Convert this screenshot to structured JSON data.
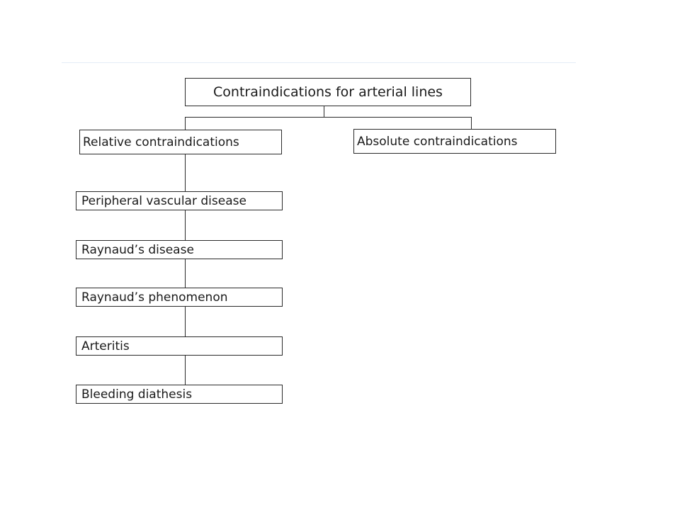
{
  "diagram": {
    "root": {
      "label": "Contraindications for arterial lines"
    },
    "categories": [
      {
        "label": "Relative contraindications",
        "items": [
          {
            "label": "Peripheral vascular disease"
          },
          {
            "label": "Raynaud’s disease"
          },
          {
            "label": "Raynaud’s phenomenon"
          },
          {
            "label": "Arteritis"
          },
          {
            "label": "Bleeding diathesis"
          }
        ]
      },
      {
        "label": "Absolute contraindications",
        "items": []
      }
    ],
    "colors": {
      "line": "#2a2a2a",
      "text": "#1a1a1a",
      "rule": "#e4ecf6",
      "background": "#ffffff"
    }
  }
}
